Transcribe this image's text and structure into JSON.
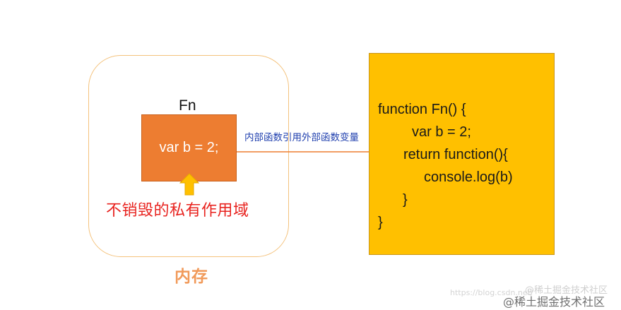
{
  "memory": {
    "fn_label": "Fn",
    "fn_box_text": "var b = 2;",
    "scope_text": "不销毁的私有作用域",
    "title": "内存"
  },
  "arrow": {
    "label": "内部函数引用外部函数变量"
  },
  "code": {
    "lines": [
      "function Fn() {",
      "var b = 2;",
      "return function(){",
      "console.log(b)",
      "}",
      "}"
    ]
  },
  "watermark": {
    "url": "https://blog.csdn.net/",
    "badge": "@稀土掘金技术社区",
    "site": "@稀土掘金技术社区"
  },
  "colors": {
    "fn_box": "#ed7d31",
    "code_box": "#ffc000",
    "scope_text": "#e8231f",
    "arrow_text": "#1f3fae",
    "memory_border": "#f4c27c",
    "memory_title": "#f19a5a",
    "up_arrow": "#ffc000"
  }
}
